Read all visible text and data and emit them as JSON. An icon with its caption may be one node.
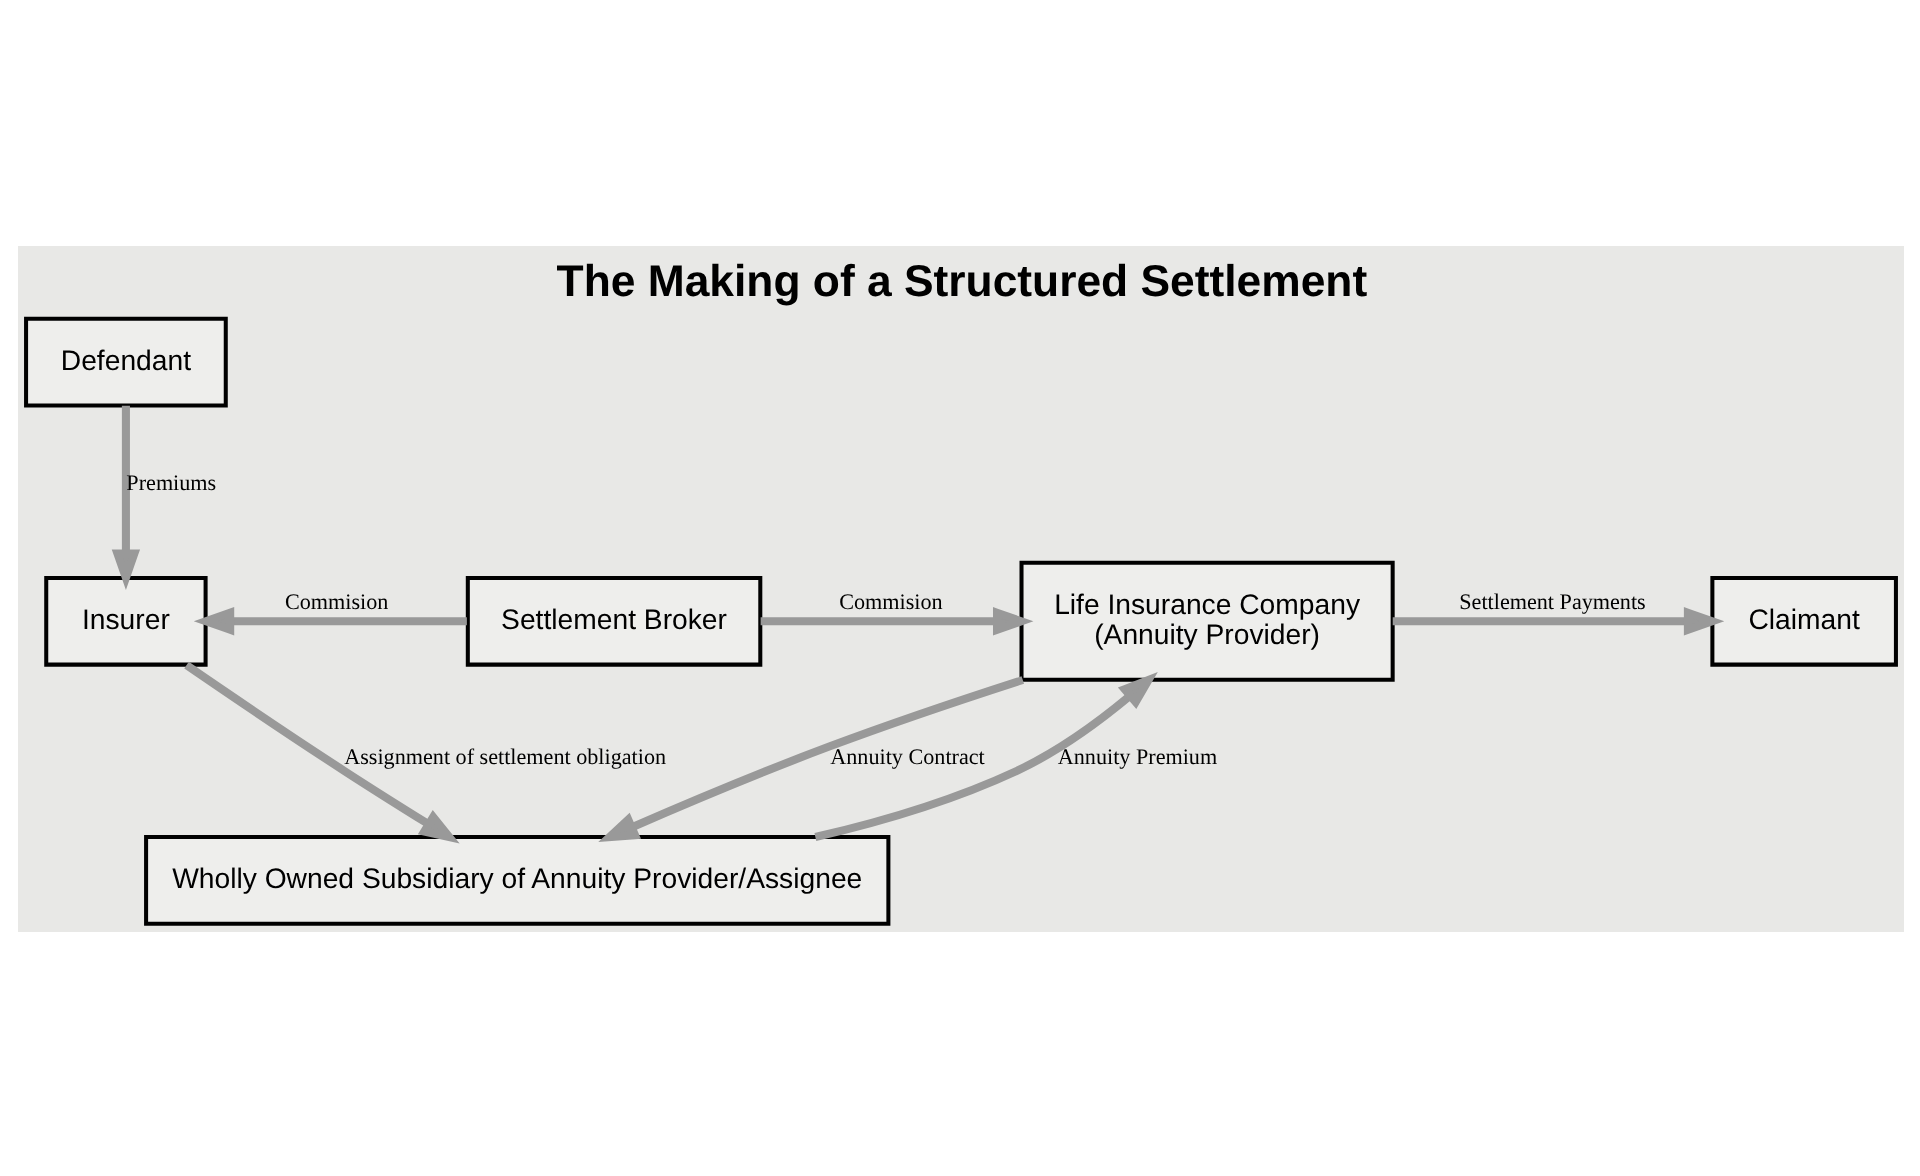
{
  "diagram": {
    "title": "The Making of a Structured Settlement",
    "nodes": [
      {
        "text": [
          "Defendant"
        ]
      },
      {
        "text": [
          "Insurer"
        ]
      },
      {
        "text": [
          "Settlement Broker"
        ]
      },
      {
        "text": [
          "Life Insurance Company",
          "(Annuity Provider)"
        ]
      },
      {
        "text": [
          "Claimant"
        ]
      },
      {
        "text": [
          "Wholly Owned Subsidiary of Annuity Provider/Assignee"
        ]
      }
    ],
    "edges": [
      {
        "from": 0,
        "to": 1,
        "arrow": "to",
        "label": "Premiums"
      },
      {
        "from": 2,
        "to": 1,
        "arrow": "to",
        "label": "Commision"
      },
      {
        "from": 2,
        "to": 3,
        "arrow": "to",
        "label": "Commision"
      },
      {
        "from": 3,
        "to": 4,
        "arrow": "to",
        "label": "Settlement Payments"
      },
      {
        "from": 5,
        "to": 3,
        "arrow": "to",
        "label": "Annuity Premium"
      },
      {
        "from": 3,
        "to": 5,
        "arrow": "to",
        "label": "Annuity Contract"
      },
      {
        "from": 1,
        "to": 5,
        "arrow": "to",
        "label": "Assignment of settlement obligation"
      }
    ]
  }
}
